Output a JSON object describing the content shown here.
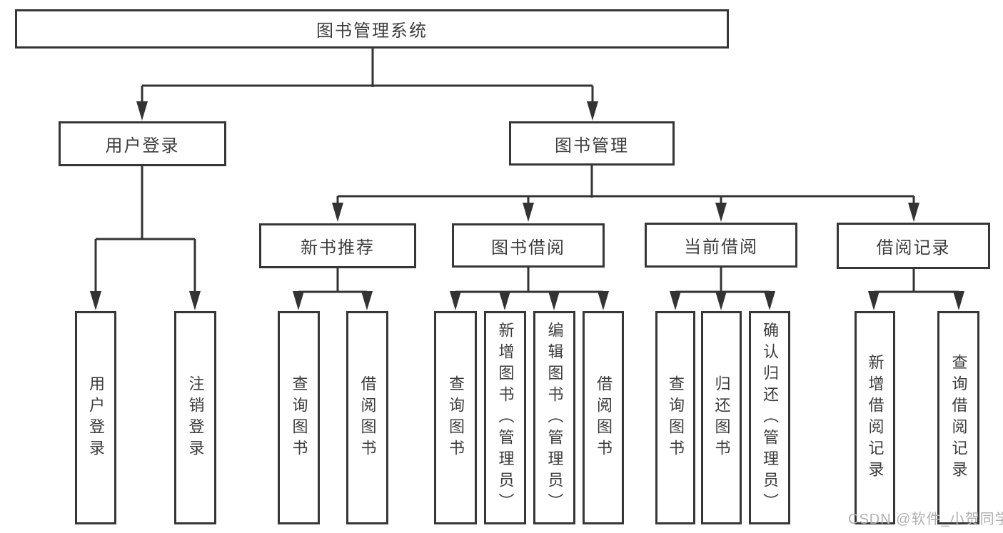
{
  "tree": {
    "label": "图书管理系统",
    "children": [
      {
        "label": "用户登录",
        "children": [
          {
            "label": "用户登录"
          },
          {
            "label": "注销登录"
          }
        ]
      },
      {
        "label": "图书管理",
        "children": [
          {
            "label": "新书推荐",
            "children": [
              {
                "label": "查询图书"
              },
              {
                "label": "借阅图书"
              }
            ]
          },
          {
            "label": "图书借阅",
            "children": [
              {
                "label": "查询图书"
              },
              {
                "label": "新增图书（管理员）"
              },
              {
                "label": "编辑图书（管理员）"
              },
              {
                "label": "借阅图书"
              }
            ]
          },
          {
            "label": "当前借阅",
            "children": [
              {
                "label": "查询图书"
              },
              {
                "label": "归还图书"
              },
              {
                "label": "确认归还（管理员）"
              }
            ]
          },
          {
            "label": "借阅记录",
            "children": [
              {
                "label": "新增借阅记录"
              },
              {
                "label": "查询借阅记录"
              }
            ]
          }
        ]
      }
    ]
  },
  "watermark": "CSDN @软件_小贺同学",
  "colors": {
    "line": "#333333",
    "box_border": "#363636",
    "box_fill": "#ffffff",
    "text": "#3d3d3d",
    "watermark": "#b0b0b0",
    "background": "#ffffff"
  }
}
